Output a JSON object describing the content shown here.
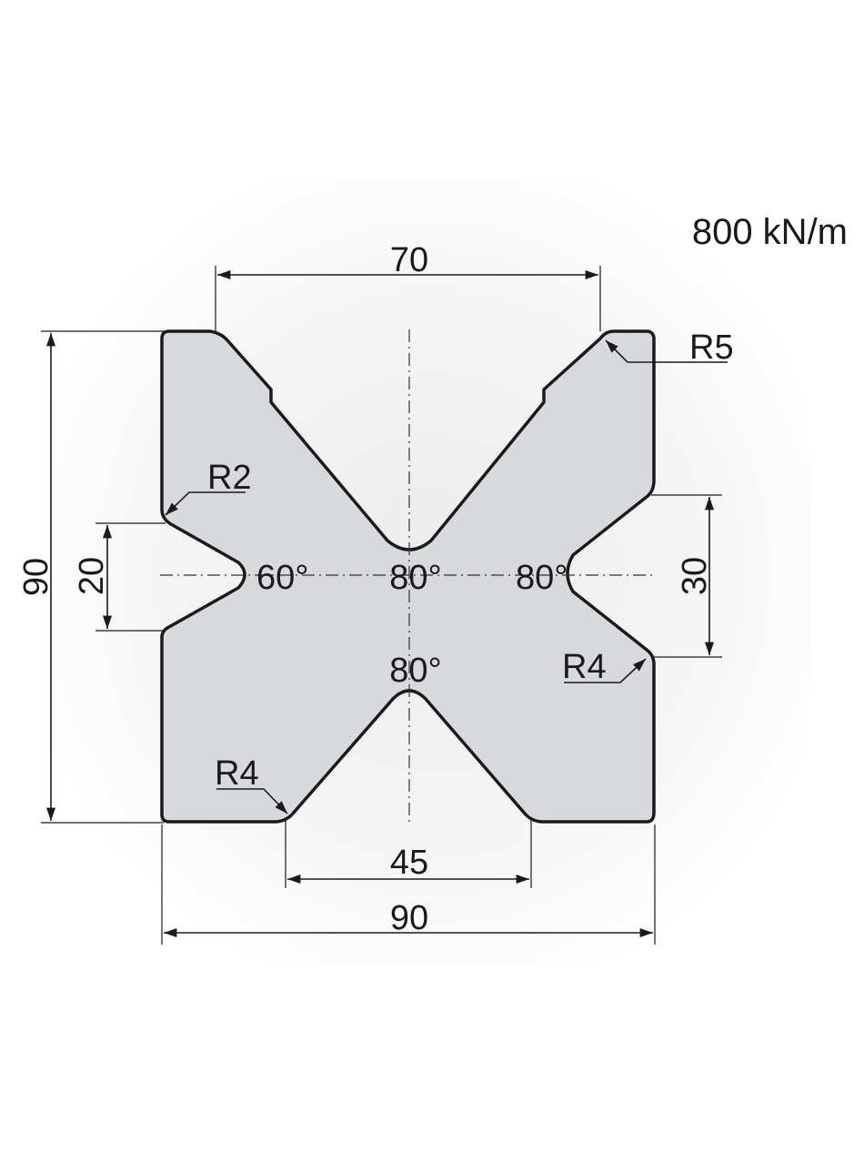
{
  "rating": "800 kN/m",
  "dimensions": {
    "top_opening": "70",
    "height": "90",
    "left_opening": "20",
    "right_opening": "30",
    "bottom_opening": "45",
    "width": "90"
  },
  "radii": {
    "top_right": "R5",
    "left": "R2",
    "right": "R4",
    "bottom_left": "R4"
  },
  "angles": {
    "left_v": "60°",
    "top_v": "80°",
    "right_v": "80°",
    "bottom_v": "80°"
  },
  "colors": {
    "profile_fill": "#d7d9dc",
    "outline": "#1a1a1a"
  }
}
